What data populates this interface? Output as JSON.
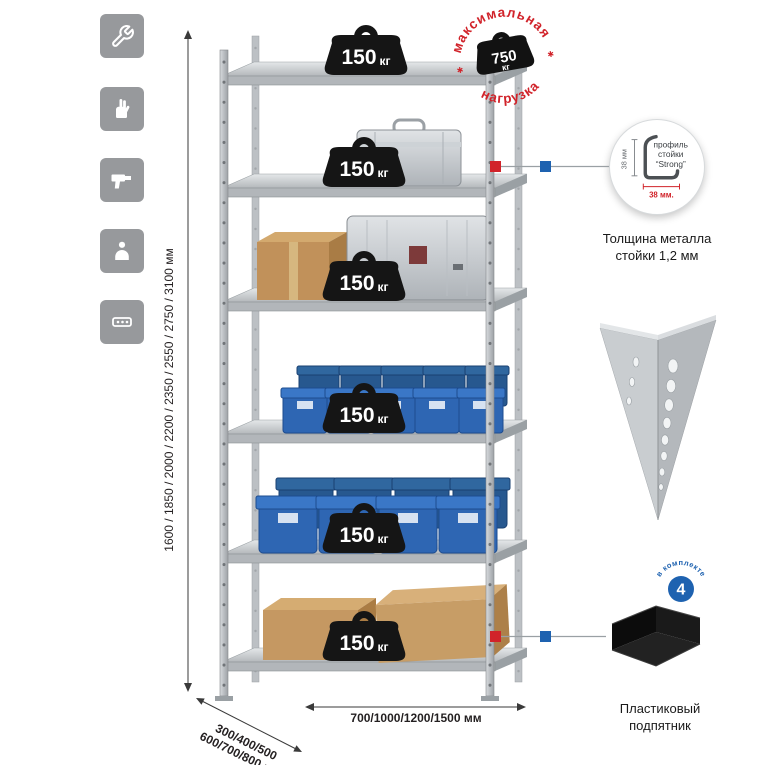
{
  "colors": {
    "red": "#d1232a",
    "blue": "#1e62b0",
    "tile_gray": "#97999c",
    "metal_gray": "#b9bdc1",
    "bin_blue": "#2e66b3",
    "cardboard": "#c59862"
  },
  "feature_tiles": [
    {
      "icon": "wrench-icon"
    },
    {
      "icon": "glove-icon"
    },
    {
      "icon": "drill-icon"
    },
    {
      "icon": "person-icon"
    },
    {
      "icon": "perforated-strip-icon"
    }
  ],
  "shelves": [
    {
      "value": "150",
      "unit": "кг"
    },
    {
      "value": "150",
      "unit": "кг"
    },
    {
      "value": "150",
      "unit": "кг"
    },
    {
      "value": "150",
      "unit": "кг"
    },
    {
      "value": "150",
      "unit": "кг"
    },
    {
      "value": "150",
      "unit": "кг"
    }
  ],
  "stamp": {
    "arc_top": "максимальная",
    "arc_bottom": "нагрузка",
    "value": "750",
    "unit": "кг",
    "mark": "✱"
  },
  "dimensions": {
    "height": "1600 / 1850 / 2000 / 2200 / 2350 / 2550 / 2750 / 3100 мм",
    "width": "700/1000/1200/1500 мм",
    "depth_line1": "300/400/500",
    "depth_line2": "600/700/800 мм"
  },
  "profile_callout": {
    "label_line1": "профиль",
    "label_line2": "стойки",
    "label_line3": "“Strong”",
    "dim_vertical": "38 мм",
    "dim_horizontal": "38 мм.",
    "caption_line1": "Толщина металла",
    "caption_line2": "стойки 1,2 мм"
  },
  "foot_callout": {
    "badge_value": "4",
    "badge_arc": "в комплекте",
    "caption_line1": "Пластиковый",
    "caption_line2": "подпятник"
  }
}
